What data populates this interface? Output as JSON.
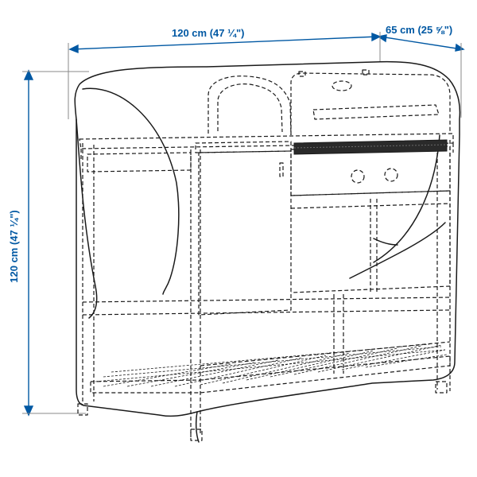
{
  "dimensions": {
    "width": "120 cm (47 ¼\")",
    "depth": "65 cm (25 ⅝\")",
    "height": "120 cm (47 ¼\")"
  },
  "colors": {
    "dimension": "#0058a3",
    "outline": "#1a1a1a",
    "helper": "#8a8a8a"
  }
}
